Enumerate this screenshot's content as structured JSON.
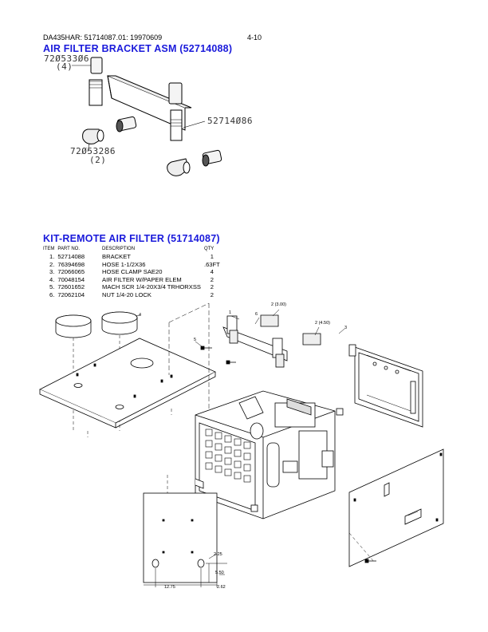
{
  "header": {
    "doc_id": "DA435HAR: 51714087.01: 19970609",
    "page": "4-10"
  },
  "section1": {
    "title": "AIR FILTER BRACKET ASM (52714088)",
    "callouts": {
      "part_a_number": "72Ø533Ø6",
      "part_a_qty": "(4)",
      "part_b_number": "72Ø53286",
      "part_b_qty": "(2)",
      "bracket_number": "52714Ø86"
    }
  },
  "section2": {
    "title": "KIT-REMOTE AIR FILTER (51714087)",
    "columns": {
      "item": "ITEM",
      "part": "PART NO.",
      "desc": "DESCRIPTION",
      "qty": "QTY"
    },
    "items": [
      {
        "item": "1.",
        "part": "52714088",
        "desc": "BRACKET",
        "qty": "1"
      },
      {
        "item": "2.",
        "part": "76394698",
        "desc": "HOSE 1-1/2X36",
        "qty": ".63FT"
      },
      {
        "item": "3.",
        "part": "72066065",
        "desc": "HOSE CLAMP SAE20",
        "qty": "4"
      },
      {
        "item": "4.",
        "part": "70048154",
        "desc": "AIR FILTER W/PAPER ELEM",
        "qty": "2"
      },
      {
        "item": "5.",
        "part": "72601652",
        "desc": "MACH SCR 1/4-20X3/4 TRHORXSS",
        "qty": "2"
      },
      {
        "item": "6.",
        "part": "72062104",
        "desc": "NUT 1/4-20 LOCK",
        "qty": "2"
      }
    ],
    "drawing_labels": {
      "item1": "1",
      "item2a": "2 (3.00)",
      "item2b": "2 (4.50)",
      "item3": "3",
      "item4": "4",
      "item5": "5",
      "item6": "6",
      "dim_225": "2.25",
      "dim_550": "5.50",
      "dim_1275": "12.75",
      "dim_262": "2.62"
    }
  }
}
